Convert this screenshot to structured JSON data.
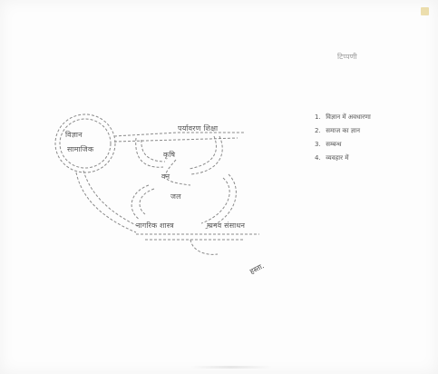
{
  "colors": {
    "paper": "#fdfdfd",
    "ink": "#555555",
    "faint_ink": "#9a9a9a",
    "corner_mark": "#e8d79a"
  },
  "diagram": {
    "circle_text_top": "विज्ञान",
    "circle_text_bottom": "सामाजिक",
    "node_top_right": "पर्यावरण शिक्षा",
    "node_center": "कृषि",
    "node_mid": "वन",
    "node_lower": "जल",
    "node_bottom_left": "नागरिक शास्त्र",
    "node_bottom_right": "मानव संसाधन"
  },
  "top_right_note": {
    "line1": "टिप्पणी",
    "line2": ""
  },
  "list": [
    {
      "num": "1.",
      "text": "विज्ञान में अवधारणा"
    },
    {
      "num": "2.",
      "text": "समाज का ज्ञान"
    },
    {
      "num": "3.",
      "text": "सम्बन्ध"
    },
    {
      "num": "4.",
      "text": "व्यवहार में"
    }
  ],
  "signature": {
    "line1": "हस्ता.",
    "line2": "",
    "line3": ""
  }
}
